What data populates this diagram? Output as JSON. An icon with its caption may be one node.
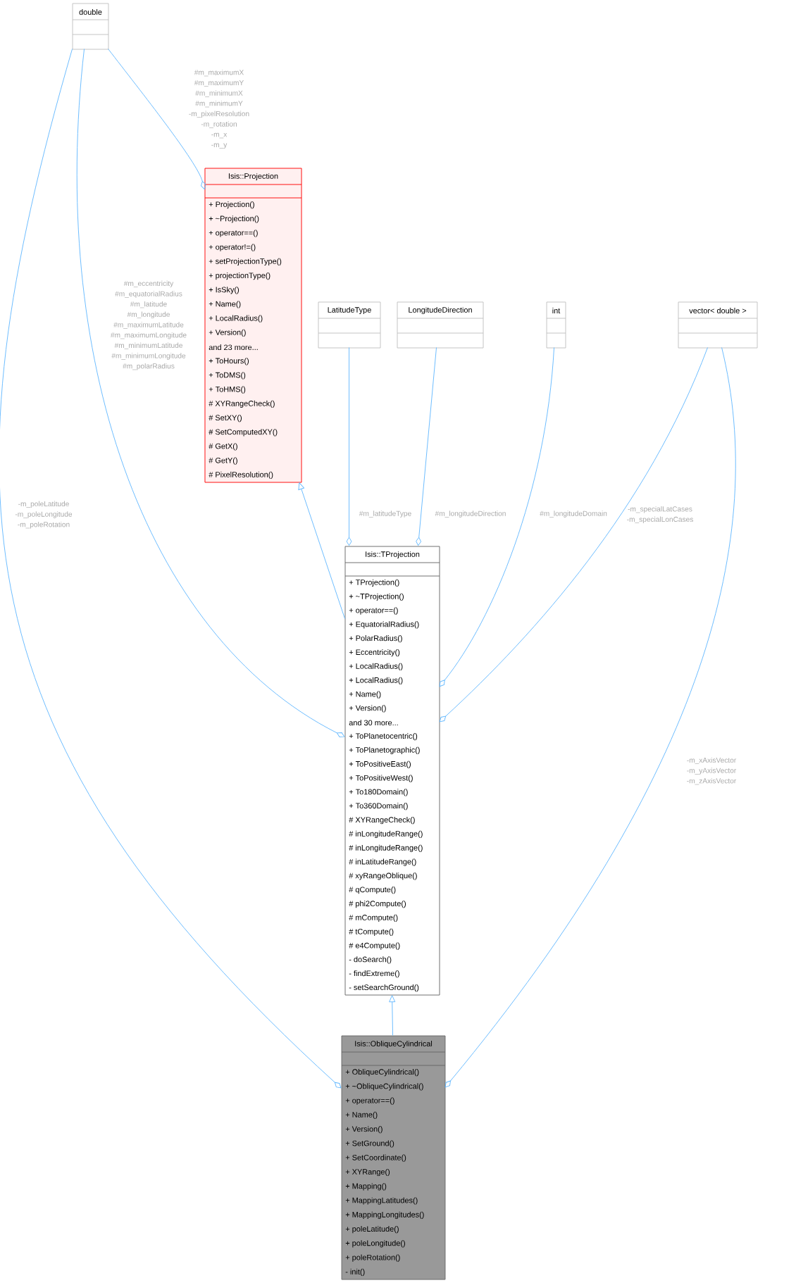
{
  "diagram": {
    "nodes": [
      {
        "text": [
          "double"
        ]
      },
      {
        "text": [
          "Isis::Projection",
          "+ Projection()",
          "+ ~Projection()",
          "+ operator==()",
          "+ operator!=()",
          "+ setProjectionType()",
          "+ projectionType()",
          "+ IsSky()",
          "+ Name()",
          "+ LocalRadius()",
          "+ Version()",
          "and 23 more...",
          "+ ToHours()",
          "+ ToDMS()",
          "+ ToHMS()",
          "# XYRangeCheck()",
          "# SetXY()",
          "# SetComputedXY()",
          "# GetX()",
          "# GetY()",
          "# PixelResolution()"
        ]
      },
      {
        "text": [
          "LatitudeType"
        ]
      },
      {
        "text": [
          "LongitudeDirection"
        ]
      },
      {
        "text": [
          "int"
        ]
      },
      {
        "text": [
          "vector< double >"
        ]
      },
      {
        "text": [
          "Isis::TProjection",
          "+ TProjection()",
          "+ ~TProjection()",
          "+ operator==()",
          "+ EquatorialRadius()",
          "+ PolarRadius()",
          "+ Eccentricity()",
          "+ LocalRadius()",
          "+ LocalRadius()",
          "+ Name()",
          "+ Version()",
          "and 30 more...",
          "+ ToPlanetocentric()",
          "+ ToPlanetographic()",
          "+ ToPositiveEast()",
          "+ ToPositiveWest()",
          "+ To180Domain()",
          "+ To360Domain()",
          "# XYRangeCheck()",
          "# inLongitudeRange()",
          "# inLongitudeRange()",
          "# inLatitudeRange()",
          "# xyRangeOblique()",
          "# qCompute()",
          "# phi2Compute()",
          "# mCompute()",
          "# tCompute()",
          "# e4Compute()",
          "- doSearch()",
          "- findExtreme()",
          "- setSearchGround()"
        ]
      },
      {
        "text": [
          "Isis::ObliqueCylindrical",
          "+ ObliqueCylindrical()",
          "+ ~ObliqueCylindrical()",
          "+ operator==()",
          "+ Name()",
          "+ Version()",
          "+ SetGround()",
          "+ SetCoordinate()",
          "+ XYRange()",
          "+ Mapping()",
          "+ MappingLatitudes()",
          "+ MappingLongitudes()",
          "+ poleLatitude()",
          "+ poleLongitude()",
          "+ poleRotation()",
          "- init()"
        ]
      }
    ],
    "edges": [
      {
        "from": 0,
        "to": 1,
        "arrow": "other",
        "label": "#m_maximumX #m_maximumY #m_minimumX #m_minimumY -m_pixelResolution -m_rotation -m_x -m_y"
      },
      {
        "from": 0,
        "to": 6,
        "arrow": "other",
        "label": "#m_eccentricity #m_equatorialRadius #m_latitude #m_longitude #m_maximumLatitude #m_maximumLongitude #m_minimumLatitude #m_minimumLongitude #m_polarRadius"
      },
      {
        "from": 0,
        "to": 7,
        "arrow": "other",
        "label": "-m_poleLatitude -m_poleLongitude -m_poleRotation"
      },
      {
        "from": 6,
        "to": 1,
        "arrow": "to"
      },
      {
        "from": 2,
        "to": 6,
        "arrow": "other",
        "label": "#m_latitudeType"
      },
      {
        "from": 3,
        "to": 6,
        "arrow": "other",
        "label": "#m_longitudeDirection"
      },
      {
        "from": 4,
        "to": 6,
        "arrow": "other",
        "label": "#m_longitudeDomain"
      },
      {
        "from": 5,
        "to": 6,
        "arrow": "other",
        "label": "-m_specialLatCases -m_specialLonCases"
      },
      {
        "from": 5,
        "to": 7,
        "arrow": "other",
        "label": "-m_xAxisVector -m_yAxisVector -m_zAxisVector"
      },
      {
        "from": 7,
        "to": 6,
        "arrow": "to"
      }
    ]
  }
}
